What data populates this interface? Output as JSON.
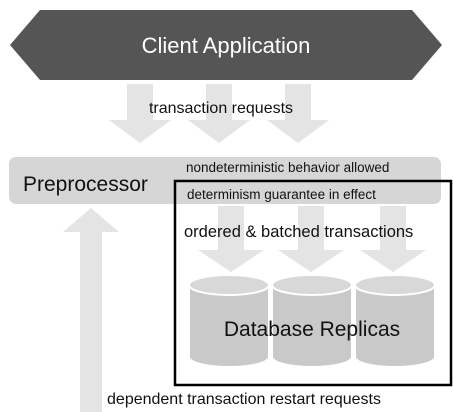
{
  "client_banner": {
    "label": "Client Application"
  },
  "request_arrows": {
    "label": "transaction requests"
  },
  "preprocessor": {
    "label": "Preprocessor"
  },
  "nondeterministic_note": {
    "label": "nondeterministic behavior allowed"
  },
  "deterministic_region": {
    "label": "determinism guarantee in effect",
    "ordered_label": "ordered & batched transactions"
  },
  "replicas": {
    "label": "Database Replicas"
  },
  "restart_arrow": {
    "label": "dependent transaction restart requests"
  },
  "colors": {
    "banner_fill": "#555555",
    "arrow_fill": "#e4e4e4",
    "bar_fill": "#d6d6d6",
    "cylinder_fill": "#c9c9c9",
    "cylinder_top": "#d8d8d8",
    "cylinder_stroke": "#ffffff",
    "region_border": "#000000"
  }
}
